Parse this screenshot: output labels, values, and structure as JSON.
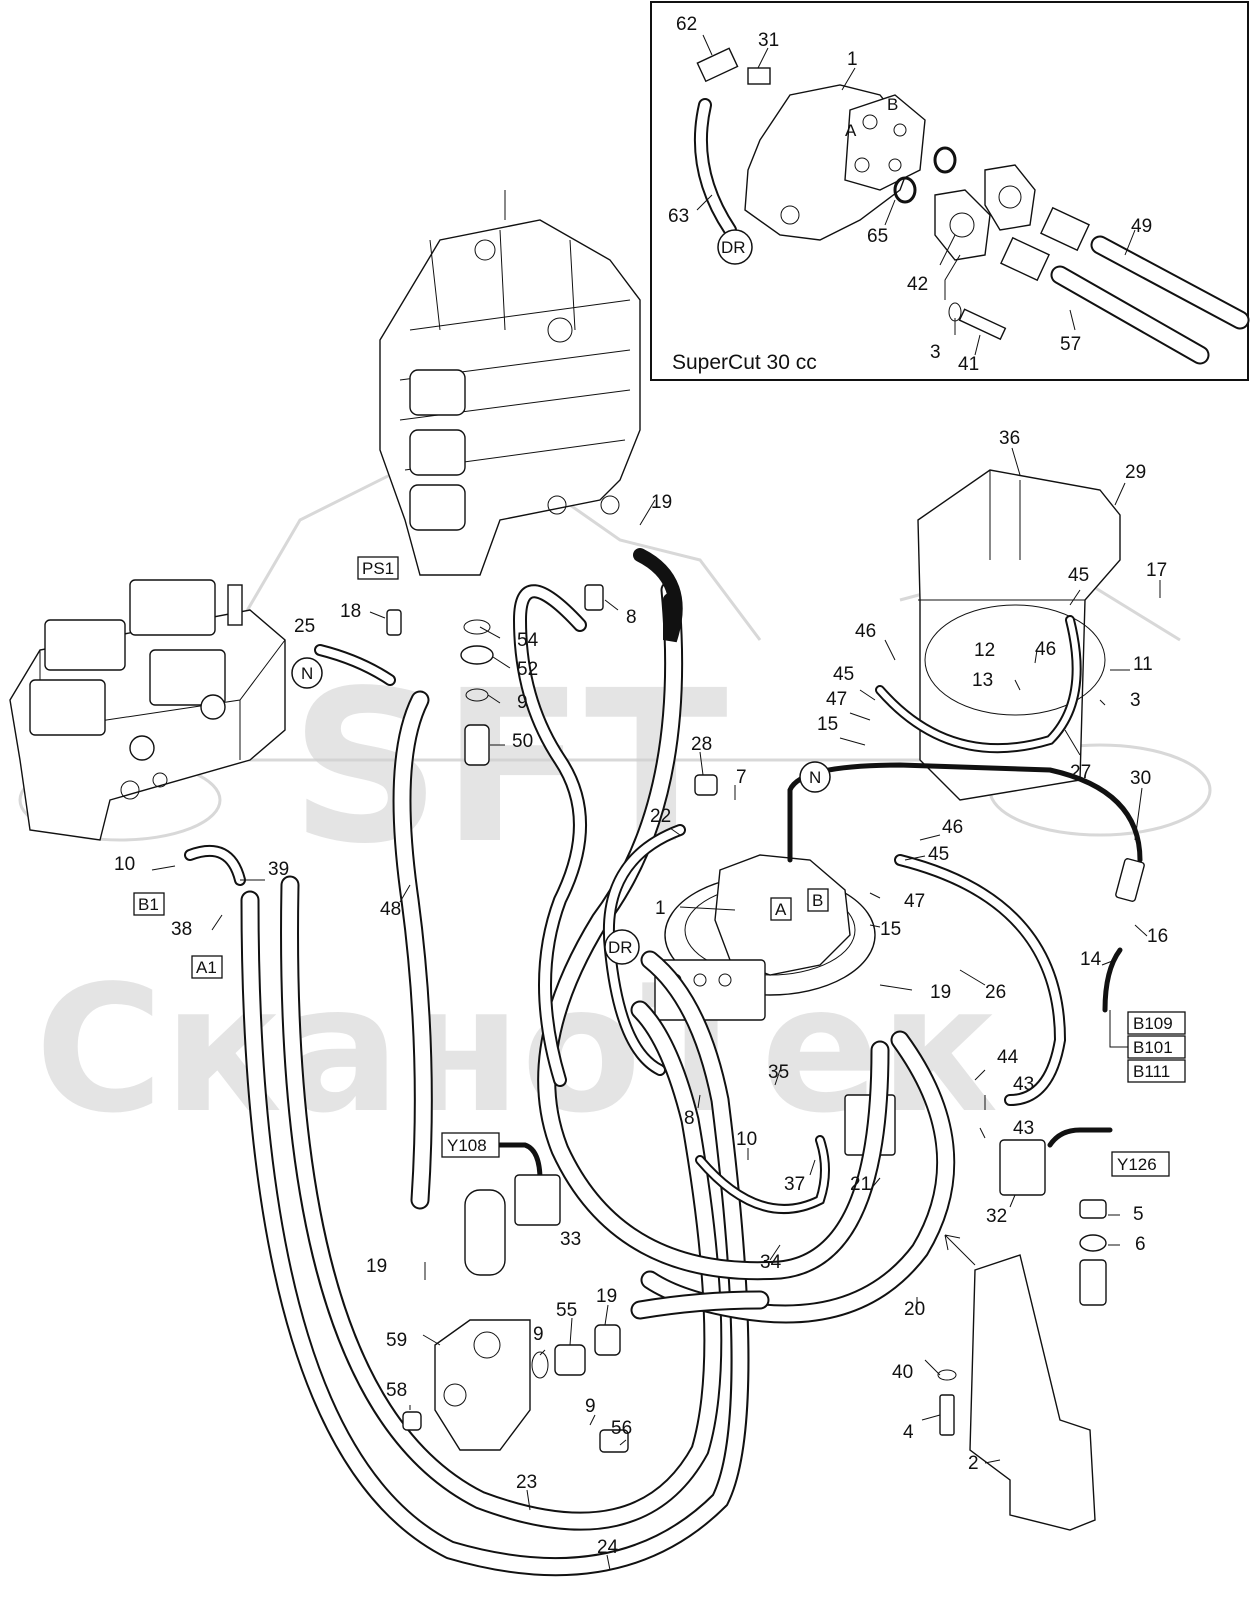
{
  "watermark": {
    "logo": "SFT",
    "company": "СканоТек"
  },
  "inset": {
    "title": "SuperCut 30 cc"
  },
  "callouts": [
    {
      "id": "c62",
      "text": "62"
    },
    {
      "id": "c31",
      "text": "31"
    },
    {
      "id": "c1a",
      "text": "1"
    },
    {
      "id": "c63",
      "text": "63"
    },
    {
      "id": "c65",
      "text": "65"
    },
    {
      "id": "c42",
      "text": "42"
    },
    {
      "id": "c49",
      "text": "49"
    },
    {
      "id": "c3a",
      "text": "3"
    },
    {
      "id": "c41",
      "text": "41"
    },
    {
      "id": "c57",
      "text": "57"
    },
    {
      "id": "c36",
      "text": "36"
    },
    {
      "id": "c29",
      "text": "29"
    },
    {
      "id": "c19a",
      "text": "19"
    },
    {
      "id": "c17",
      "text": "17"
    },
    {
      "id": "c45a",
      "text": "45"
    },
    {
      "id": "c46a",
      "text": "46"
    },
    {
      "id": "c46b",
      "text": "46"
    },
    {
      "id": "c12",
      "text": "12"
    },
    {
      "id": "c11",
      "text": "11"
    },
    {
      "id": "c13",
      "text": "13"
    },
    {
      "id": "c3b",
      "text": "3"
    },
    {
      "id": "c45b",
      "text": "45"
    },
    {
      "id": "c47a",
      "text": "47"
    },
    {
      "id": "c15a",
      "text": "15"
    },
    {
      "id": "c27",
      "text": "27"
    },
    {
      "id": "c30",
      "text": "30"
    },
    {
      "id": "c18",
      "text": "18"
    },
    {
      "id": "c8a",
      "text": "8"
    },
    {
      "id": "c25",
      "text": "25"
    },
    {
      "id": "c54",
      "text": "54"
    },
    {
      "id": "c52",
      "text": "52"
    },
    {
      "id": "c9a",
      "text": "9"
    },
    {
      "id": "c50",
      "text": "50"
    },
    {
      "id": "c28",
      "text": "28"
    },
    {
      "id": "c7",
      "text": "7"
    },
    {
      "id": "c22",
      "text": "22"
    },
    {
      "id": "c46c",
      "text": "46"
    },
    {
      "id": "c45c",
      "text": "45"
    },
    {
      "id": "c10a",
      "text": "10"
    },
    {
      "id": "c39",
      "text": "39"
    },
    {
      "id": "c38",
      "text": "38"
    },
    {
      "id": "c48",
      "text": "48"
    },
    {
      "id": "c1b",
      "text": "1"
    },
    {
      "id": "c47b",
      "text": "47"
    },
    {
      "id": "c15b",
      "text": "15"
    },
    {
      "id": "c16",
      "text": "16"
    },
    {
      "id": "c14",
      "text": "14"
    },
    {
      "id": "c19b",
      "text": "19"
    },
    {
      "id": "c26",
      "text": "26"
    },
    {
      "id": "c35",
      "text": "35"
    },
    {
      "id": "c44",
      "text": "44"
    },
    {
      "id": "c43a",
      "text": "43"
    },
    {
      "id": "c8b",
      "text": "8"
    },
    {
      "id": "c43b",
      "text": "43"
    },
    {
      "id": "c10b",
      "text": "10"
    },
    {
      "id": "c37",
      "text": "37"
    },
    {
      "id": "c21",
      "text": "21"
    },
    {
      "id": "c32",
      "text": "32"
    },
    {
      "id": "c33",
      "text": "33"
    },
    {
      "id": "c5",
      "text": "5"
    },
    {
      "id": "c6",
      "text": "6"
    },
    {
      "id": "c34",
      "text": "34"
    },
    {
      "id": "c19c",
      "text": "19"
    },
    {
      "id": "c19d",
      "text": "19"
    },
    {
      "id": "c55",
      "text": "55"
    },
    {
      "id": "c9b",
      "text": "9"
    },
    {
      "id": "c59",
      "text": "59"
    },
    {
      "id": "c20",
      "text": "20"
    },
    {
      "id": "c40",
      "text": "40"
    },
    {
      "id": "c58",
      "text": "58"
    },
    {
      "id": "c9c",
      "text": "9"
    },
    {
      "id": "c56",
      "text": "56"
    },
    {
      "id": "c4",
      "text": "4"
    },
    {
      "id": "c2",
      "text": "2"
    },
    {
      "id": "c23",
      "text": "23"
    },
    {
      "id": "c24",
      "text": "24"
    }
  ],
  "circle_tags": [
    {
      "id": "dr1",
      "text": "DR"
    },
    {
      "id": "dr2",
      "text": "DR"
    },
    {
      "id": "n1",
      "text": "N"
    },
    {
      "id": "n2",
      "text": "N"
    }
  ],
  "box_tags": [
    {
      "id": "ps1",
      "text": "PS1"
    },
    {
      "id": "b1",
      "text": "B1"
    },
    {
      "id": "a1",
      "text": "A1"
    },
    {
      "id": "y108",
      "text": "Y108"
    },
    {
      "id": "y126",
      "text": "Y126"
    },
    {
      "id": "b109",
      "text": "B109"
    },
    {
      "id": "b101",
      "text": "B101"
    },
    {
      "id": "b111",
      "text": "B111"
    },
    {
      "id": "boxA",
      "text": "A"
    },
    {
      "id": "boxB",
      "text": "B"
    }
  ],
  "port_marks": [
    {
      "id": "pA",
      "text": "A"
    },
    {
      "id": "pB",
      "text": "B"
    }
  ]
}
